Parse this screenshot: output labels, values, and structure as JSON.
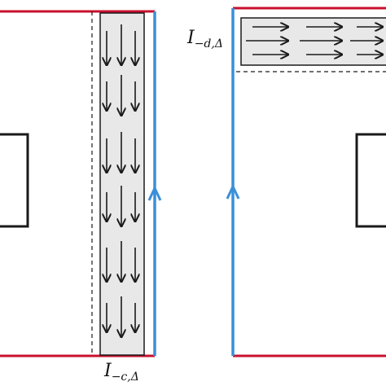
{
  "colors": {
    "boundary_red": "#c8102e",
    "boundary_blue": "#3a8fd8",
    "strip_fill": "#e8e8e8",
    "ink": "#1a1a1a"
  },
  "left_panel": {
    "strip_label": {
      "main": "I",
      "sub": "−c,Δ"
    },
    "vector_direction": "down",
    "blue_edge_arrow": "up"
  },
  "right_panel": {
    "strip_label": {
      "main": "I",
      "sub": "−d,Δ"
    },
    "vector_direction": "right",
    "blue_edge_arrow": "up"
  }
}
